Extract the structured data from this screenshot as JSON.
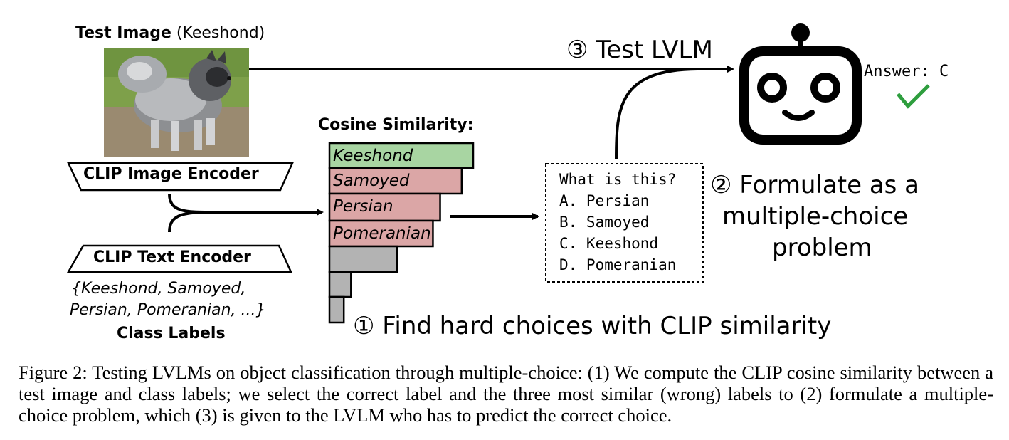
{
  "test_image": {
    "heading_bold": "Test Image",
    "heading_rest": "(Keeshond)"
  },
  "encoders": {
    "image_encoder": "CLIP Image Encoder",
    "text_encoder": "CLIP Text Encoder"
  },
  "class_labels": {
    "line1": "{Keeshond, Samoyed,",
    "line2": "Persian, Pomeranian, ...}",
    "title": "Class Labels"
  },
  "similarity": {
    "title": "Cosine Similarity:",
    "bars": [
      {
        "label": "Keeshond",
        "value": 1.0,
        "kind": "correct"
      },
      {
        "label": "Samoyed",
        "value": 0.92,
        "kind": "distractor"
      },
      {
        "label": "Persian",
        "value": 0.77,
        "kind": "distractor"
      },
      {
        "label": "Pomeranian",
        "value": 0.72,
        "kind": "distractor"
      },
      {
        "label": "",
        "value": 0.47,
        "kind": "other"
      },
      {
        "label": "",
        "value": 0.15,
        "kind": "other"
      },
      {
        "label": "",
        "value": 0.1,
        "kind": "other"
      }
    ]
  },
  "question_box": {
    "question": "What is this?",
    "options": [
      "A. Persian",
      "B. Samoyed",
      "C. Keeshond",
      "D. Pomeranian"
    ]
  },
  "steps": {
    "step1": "① Find hard choices with CLIP similarity",
    "step2_line1": "② Formulate as a",
    "step2_line2": "multiple-choice",
    "step2_line3": "problem",
    "step3": "③ Test LVLM"
  },
  "answer": {
    "text": "Answer: C"
  },
  "caption": "Figure 2: Testing LVLMs on object classification through multiple-choice: (1) We compute the CLIP cosine similarity between a test image and class labels; we select the correct label and the three most similar (wrong) labels to (2) formulate a multiple-choice problem, which (3) is given to the LVLM who has to predict the correct choice.",
  "colors": {
    "correct": "#a8d5a2",
    "distractor": "#dba6a6",
    "other": "#b3b3b3",
    "check": "#2e9e3e",
    "robot": "#000000"
  }
}
